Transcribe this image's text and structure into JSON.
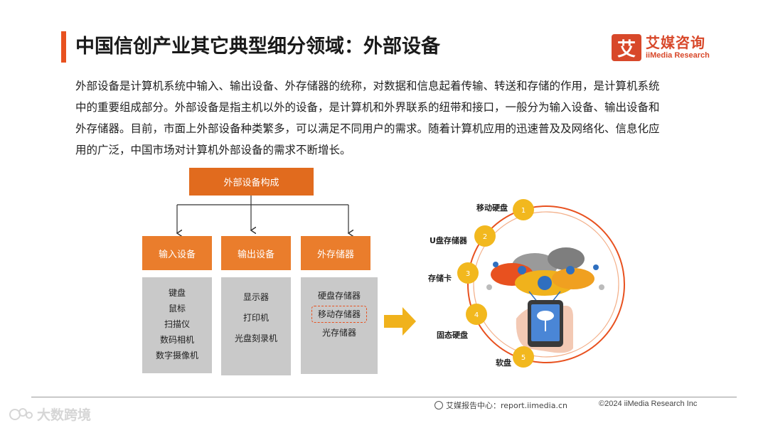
{
  "header": {
    "title": "中国信创产业其它典型细分领域：外部设备",
    "logo_mark": "艾",
    "logo_cn": "艾媒咨询",
    "logo_en": "iiMedia Research"
  },
  "intro_lines": [
    "外部设备是计算机系统中输入、输出设备、外存储器的统称，对数据和信息起着传输、转送和存储的作用，是计算机系统",
    "中的重要组成部分。外部设备是指主机以外的设备，是计算机和外界联系的纽带和接口，一般分为输入设备、输出设备和",
    "外存储器。目前，市面上外部设备种类繁多，可以满足不同用户的需求。随着计算机应用的迅速普及及网络化、信息化应",
    "用的广泛，中国市场对计算机外部设备的需求不断增长。"
  ],
  "diagram": {
    "root": "外部设备构成",
    "categories": [
      {
        "label": "输入设备",
        "items": [
          "键盘",
          "鼠标",
          "扫描仪",
          "数码相机",
          "数字摄像机"
        ]
      },
      {
        "label": "输出设备",
        "items": [
          "显示器",
          "打印机",
          "光盘刻录机"
        ]
      },
      {
        "label": "外存储器",
        "items": [
          "硬盘存储器",
          "移动存储器",
          "光存储器"
        ],
        "highlighted": "移动存储器"
      }
    ]
  },
  "ring": {
    "labels": [
      "移动硬盘",
      "U盘存储器",
      "存储卡",
      "固态硬盘",
      "软盘"
    ],
    "numbers": [
      "1",
      "2",
      "3",
      "4",
      "5"
    ],
    "accent": "#f2b81e",
    "ring_color": "#e8511f"
  },
  "footer": {
    "source": "艾媒报告中心：report.iimedia.cn",
    "copyright": "©2024  iiMedia Research  Inc"
  },
  "watermark": "大数跨境"
}
